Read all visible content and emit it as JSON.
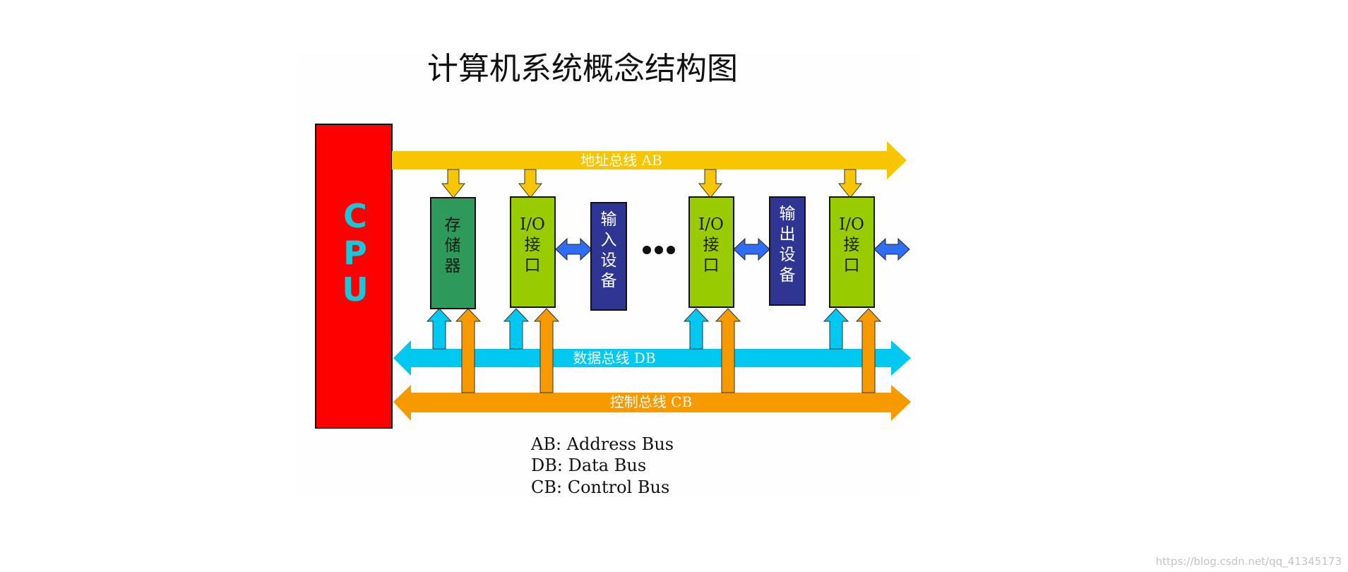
{
  "title": "计算机系统概念结构图",
  "cpu": {
    "letters": [
      "C",
      "P",
      "U"
    ]
  },
  "buses": {
    "address": "地址总线 AB",
    "data": "数据总线 DB",
    "control": "控制总线 CB"
  },
  "storage": [
    "存",
    "储",
    "器"
  ],
  "io_interface": [
    "I/O",
    "接",
    "口"
  ],
  "input_device": [
    "输",
    "入",
    "设",
    "备"
  ],
  "output_device": [
    "输",
    "出",
    "设",
    "备"
  ],
  "legend": [
    "AB: Address Bus",
    "DB: Data Bus",
    "CB: Control Bus"
  ],
  "watermark": "https://blog.csdn.net/qq_41345173",
  "colors": {
    "cpu": "#ff0000",
    "address_bus": "#f7c600",
    "data_bus": "#00c8f0",
    "control_bus": "#f79a00",
    "storage": "#2e9a5a",
    "io_interface": "#99cc00",
    "device": "#2f3592",
    "io_link": "#2f6df5"
  }
}
